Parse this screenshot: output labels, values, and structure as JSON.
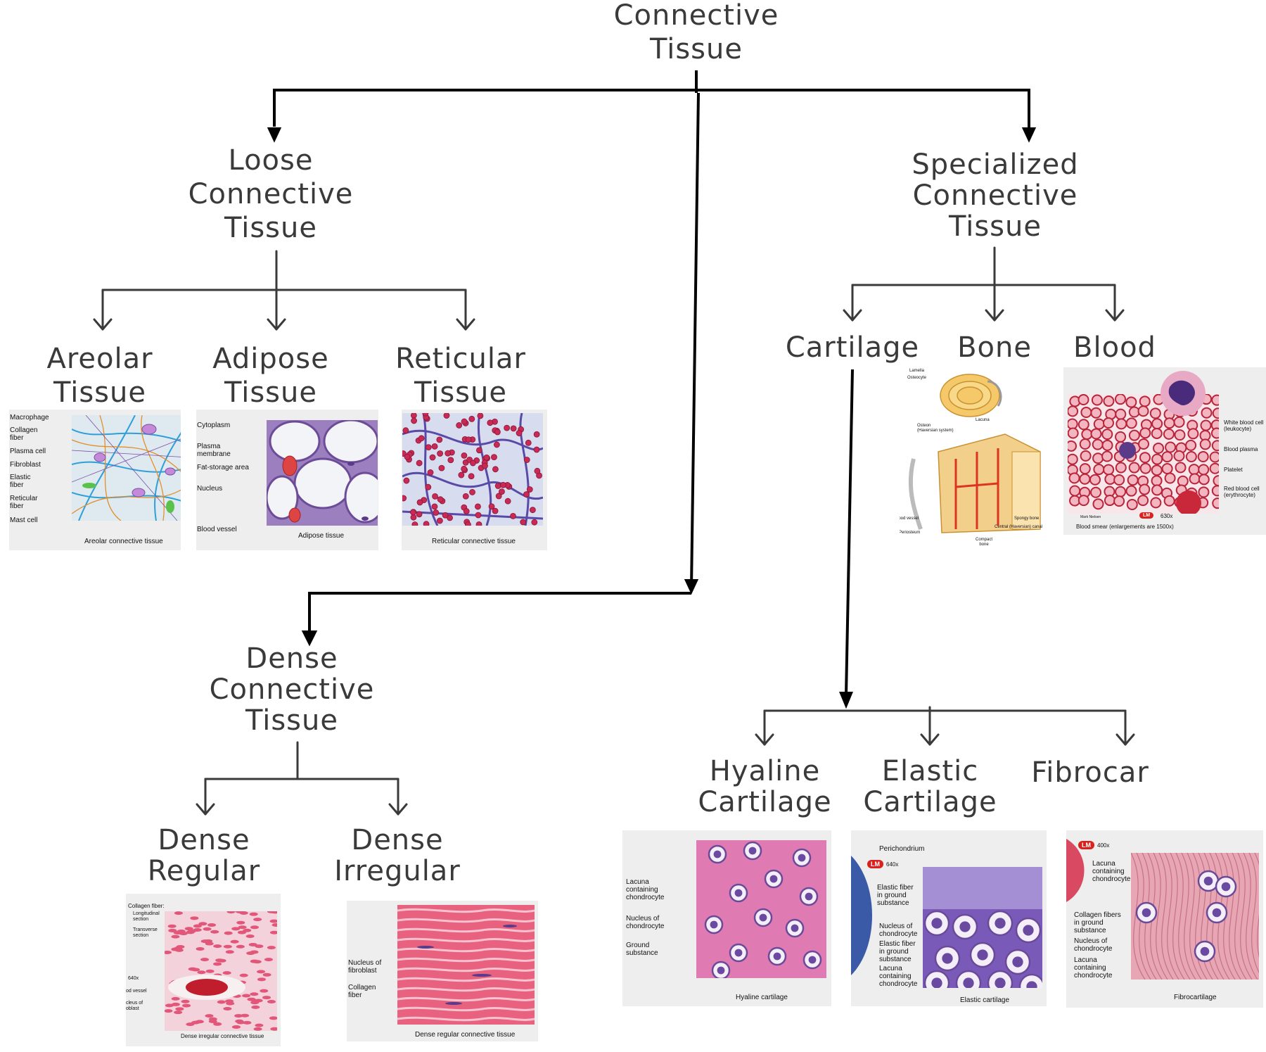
{
  "nodes": {
    "root": [
      "Connective",
      "Tissue"
    ],
    "loose": [
      "Loose",
      "Connective",
      "Tissue"
    ],
    "specialized": [
      "Specialized",
      "Connective",
      "Tissue"
    ],
    "dense": [
      "Dense",
      "Connective",
      "Tissue"
    ],
    "areolar": [
      "Areolar",
      "Tissue"
    ],
    "adipose": [
      "Adipose",
      "Tissue"
    ],
    "reticular": [
      "Reticular",
      "Tissue"
    ],
    "cartilage": "Cartilage",
    "bone": "Bone",
    "blood": "Blood",
    "dense_regular": [
      "Dense",
      "Regular"
    ],
    "dense_irregular": [
      "Dense",
      "Irregular"
    ],
    "hyaline": [
      "Hyaline",
      "Cartilage"
    ],
    "elastic": [
      "Elastic",
      "Cartilage"
    ],
    "fibrocar": "Fibrocar"
  },
  "images": {
    "areolar": {
      "labels": [
        "Macrophage",
        "Collagen\nfiber",
        "Plasma cell",
        "Fibroblast",
        "Elastic\nfiber",
        "Reticular\nfiber",
        "Mast cell"
      ],
      "caption": "Areolar connective tissue"
    },
    "adipose": {
      "labels": [
        "Cytoplasm",
        "Plasma\nmembrane",
        "Fat-storage area",
        "Nucleus",
        "Blood vessel"
      ],
      "caption": "Adipose tissue"
    },
    "reticular": {
      "caption": "Reticular connective tissue"
    },
    "bone": {
      "labels": [
        "Lamella",
        "Osteocyte",
        "Lacuna",
        "Osteon\n(Haversian system)",
        "Blood vessel",
        "Periosteum",
        "Spongy bone",
        "Central (Haversian) canal",
        "Compact\nbone"
      ]
    },
    "blood": {
      "labels": [
        "White blood cell\n(leukocyte)",
        "Blood plasma",
        "Platelet",
        "Red blood cell\n(erythrocyte)"
      ],
      "credit": "Mark Nielsen",
      "lm": "LM",
      "mag": "630x",
      "caption": "Blood smear (enlargements are 1500x)"
    },
    "dense_regular": {
      "labels": [
        "Collagen fiber:",
        "Longitudinal\nsection",
        "Transverse\nsection",
        "640x",
        "od vessel",
        "cleus of\noblast"
      ],
      "caption": "Dense irregular connective tissue"
    },
    "dense_irregular": {
      "labels": [
        "Nucleus of\nfibroblast",
        "Collagen\nfiber"
      ],
      "caption": "Dense regular connective tissue"
    },
    "hyaline": {
      "labels": [
        "Lacuna\ncontaining\nchondrocyte",
        "Nucleus of\nchondrocyte",
        "Ground\nsubstance"
      ],
      "caption": "Hyaline cartilage"
    },
    "elastic": {
      "labels": [
        "Perichondrium",
        "Elastic fiber\nin ground\nsubstance",
        "Nucleus of\nchondrocyte",
        "Elastic fiber\nin ground\nsubstance",
        "Lacuna\ncontaining\nchondrocyte"
      ],
      "lm": "LM",
      "mag": "640x",
      "caption": "Elastic cartilage"
    },
    "fibro": {
      "labels": [
        "Lacuna\ncontaining\nchondrocyte",
        "Collagen fibers\nin ground\nsubstance",
        "Nucleus of\nchondrocyte",
        "Lacuna\ncontaining\nchondrocyte"
      ],
      "lm": "LM",
      "mag": "400x",
      "caption": "Fibrocartilage"
    }
  },
  "colors": {
    "text": "#3a3a3a",
    "thick_line": "#000000",
    "thin_line": "#3a3a3a",
    "panel_bg": "#eeeeee",
    "tissue_pink": "#e57aa0",
    "cell_purple": "#7a4fa8",
    "blood_red": "#c8283a",
    "lm_badge": "#d9221d"
  }
}
